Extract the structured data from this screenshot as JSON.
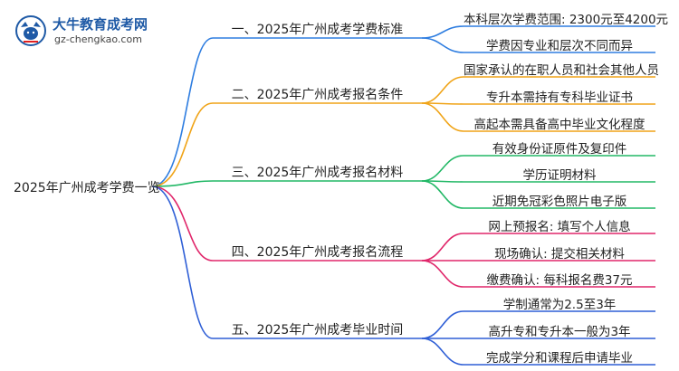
{
  "logo": {
    "brand": "大牛教育成考网",
    "url": "gz-chengkao.com"
  },
  "root": {
    "label": "2025年广州成考学费一览"
  },
  "branches": [
    {
      "label": "一、2025年广州成考学费标准",
      "color": "#2e7de0",
      "leaves": [
        "本科层次学费范围: 2300元至4200元",
        "学费因专业和层次不同而异"
      ]
    },
    {
      "label": "二、2025年广州成考报名条件",
      "color": "#f0a418",
      "leaves": [
        "国家承认的在职人员和社会其他人员",
        "专升本需持有专科毕业证书",
        "高起本需具备高中毕业文化程度"
      ]
    },
    {
      "label": "三、2025年广州成考报名材料",
      "color": "#22b866",
      "leaves": [
        "有效身份证原件及复印件",
        "学历证明材料",
        "近期免冠彩色照片电子版"
      ]
    },
    {
      "label": "四、2025年广州成考报名流程",
      "color": "#e0266a",
      "leaves": [
        "网上预报名: 填写个人信息",
        "现场确认: 提交相关材料",
        "缴费确认: 每科报名费37元"
      ]
    },
    {
      "label": "五、2025年广州成考毕业时间",
      "color": "#2f5fd6",
      "leaves": [
        "学制通常为2.5至3年",
        "高升专和专升本一般为3年",
        "完成学分和课程后申请毕业"
      ]
    }
  ]
}
